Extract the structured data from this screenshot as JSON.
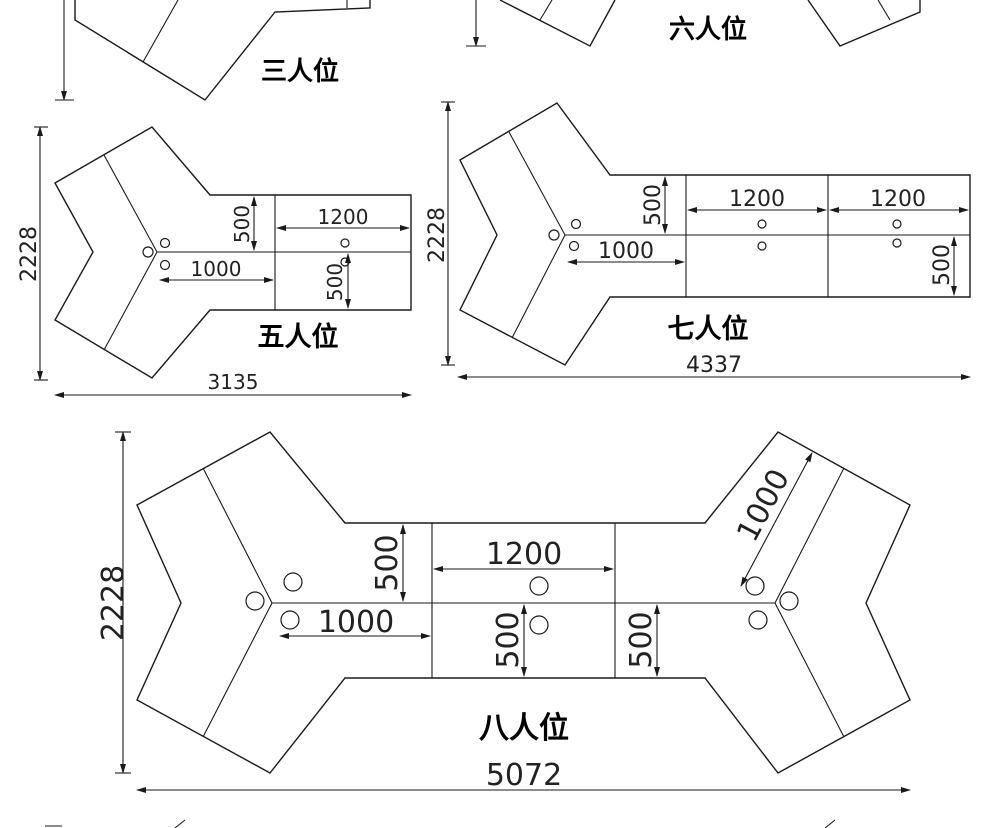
{
  "labels": {
    "three_seat": "三人位",
    "six_seat": "六人位",
    "five_seat": "五人位",
    "seven_seat": "七人位",
    "eight_seat": "八人位"
  },
  "dims": {
    "five": {
      "height": "2228",
      "width": "3135",
      "desk_w": "1200",
      "desk_d_top": "500",
      "desk_d_bot": "500",
      "inner": "1000"
    },
    "seven": {
      "height": "2228",
      "width": "4337",
      "desk_w1": "1200",
      "desk_w2": "1200",
      "desk_d_top": "500",
      "desk_d_right": "500",
      "inner": "1000"
    },
    "eight": {
      "height": "2228",
      "width": "5072",
      "desk_w": "1200",
      "desk_d_top": "500",
      "desk_d_mid": "500",
      "desk_d_right": "500",
      "inner": "1000",
      "diag": "1000"
    }
  }
}
